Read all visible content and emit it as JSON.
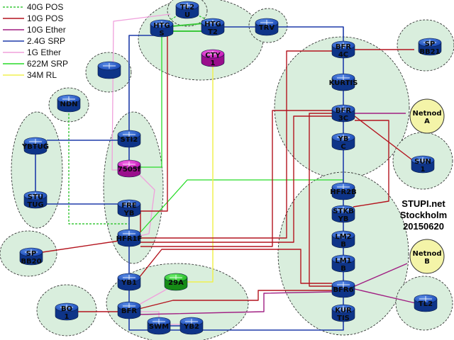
{
  "legend": [
    {
      "label": "40G POS",
      "color": "#3cc83c",
      "dash": "3 2"
    },
    {
      "label": "10G POS",
      "color": "#b4141e",
      "dash": ""
    },
    {
      "label": "10G Ether",
      "color": "#a01e82",
      "dash": ""
    },
    {
      "label": "2.4G SRP",
      "color": "#1e3caa",
      "dash": ""
    },
    {
      "label": "1G Ether",
      "color": "#f0a0dc",
      "dash": ""
    },
    {
      "label": "622M SRP",
      "color": "#28dc28",
      "dash": ""
    },
    {
      "label": "34M RL",
      "color": "#f0f050",
      "dash": ""
    }
  ],
  "title": {
    "line1": "STUPI.net",
    "line2": "Stockholm",
    "line3": "20150620"
  },
  "nodes": [
    {
      "id": "tl2u",
      "name": "TL2 U",
      "l1": "TL2",
      "l2": "U",
      "color": "blue"
    },
    {
      "id": "htgs",
      "name": "HTG S",
      "l1": "HTG",
      "l2": "S",
      "color": "blue"
    },
    {
      "id": "htgt2",
      "name": "HTG T2",
      "l1": "HTG",
      "l2": "T2",
      "color": "blue"
    },
    {
      "id": "trv",
      "name": "TRV",
      "l1": "TRV",
      "l2": "",
      "color": "blue"
    },
    {
      "id": "cty1",
      "name": "CTY 1",
      "l1": "CTY",
      "l2": "1",
      "color": "magenta"
    },
    {
      "id": "unnamed",
      "name": "",
      "l1": "",
      "l2": "",
      "color": "blue"
    },
    {
      "id": "ndn",
      "name": "NDN",
      "l1": "NDN",
      "l2": "",
      "color": "blue"
    },
    {
      "id": "ybtug",
      "name": "YBTUG",
      "l1": "YBTUG",
      "l2": "",
      "color": "blue"
    },
    {
      "id": "sti2",
      "name": "STI2",
      "l1": "STI2",
      "l2": "",
      "color": "blue"
    },
    {
      "id": "7505f",
      "name": "7505f",
      "l1": "7505f",
      "l2": "",
      "color": "magenta"
    },
    {
      "id": "stutug",
      "name": "STU TUG",
      "l1": "STU",
      "l2": "TUG",
      "color": "blue"
    },
    {
      "id": "freyb",
      "name": "FRE YB",
      "l1": "FRE",
      "l2": "YB",
      "color": "blue"
    },
    {
      "id": "hfr1f",
      "name": "HFR1F",
      "l1": "HFR1F",
      "l2": "",
      "color": "blue"
    },
    {
      "id": "spbb20",
      "name": "SP BB20",
      "l1": "SP",
      "l2": "BB20",
      "color": "blue"
    },
    {
      "id": "yb1",
      "name": "YB1",
      "l1": "YB1",
      "l2": "",
      "color": "blue"
    },
    {
      "id": "29a",
      "name": "29A",
      "l1": "29A",
      "l2": "",
      "color": "green"
    },
    {
      "id": "bo1",
      "name": "BO 1",
      "l1": "BO",
      "l2": "1",
      "color": "blue"
    },
    {
      "id": "bfr",
      "name": "BFR",
      "l1": "BFR",
      "l2": "",
      "color": "blue"
    },
    {
      "id": "swm",
      "name": "SWM",
      "l1": "SWM",
      "l2": "",
      "color": "blue"
    },
    {
      "id": "yb2",
      "name": "YB2",
      "l1": "YB2",
      "l2": "",
      "color": "blue"
    },
    {
      "id": "bfr4c",
      "name": "BFR 4C",
      "l1": "BFR",
      "l2": "4C",
      "color": "blue"
    },
    {
      "id": "spbb21",
      "name": "SP BB21",
      "l1": "SP",
      "l2": "BB21",
      "color": "blue"
    },
    {
      "id": "kurtis1",
      "name": "KURTIS",
      "l1": "KURTIS",
      "l2": "",
      "color": "blue"
    },
    {
      "id": "bfr3c",
      "name": "BFR 3C",
      "l1": "BFR",
      "l2": "3C",
      "color": "blue"
    },
    {
      "id": "netnoda",
      "name": "Netnod A",
      "l1": "Netnod",
      "l2": "A",
      "color": "yellow"
    },
    {
      "id": "ybc",
      "name": "YB C",
      "l1": "YB",
      "l2": "C",
      "color": "blue"
    },
    {
      "id": "sun1",
      "name": "SUN 1",
      "l1": "SUN",
      "l2": "1",
      "color": "blue"
    },
    {
      "id": "hfr2b",
      "name": "HFR2B",
      "l1": "HFR2B",
      "l2": "",
      "color": "blue"
    },
    {
      "id": "stkbyb",
      "name": "STKB YB",
      "l1": "STKB",
      "l2": "YB",
      "color": "blue"
    },
    {
      "id": "lm2b",
      "name": "LM2 B",
      "l1": "LM2",
      "l2": "B",
      "color": "blue"
    },
    {
      "id": "lm1b",
      "name": "LM1 B",
      "l1": "LM1",
      "l2": "B",
      "color": "blue"
    },
    {
      "id": "netnodb",
      "name": "Netnod B",
      "l1": "Netnod",
      "l2": "B",
      "color": "yellow"
    },
    {
      "id": "bfr6",
      "name": "BFR6",
      "l1": "BFR6",
      "l2": "",
      "color": "blue"
    },
    {
      "id": "tl2",
      "name": "TL2",
      "l1": "TL2",
      "l2": "",
      "color": "blue"
    },
    {
      "id": "kurtis2",
      "name": "KUR TIS",
      "l1": "KUR",
      "l2": "TIS",
      "color": "blue"
    }
  ],
  "links": [
    {
      "from": "htgs",
      "to": "htgt2",
      "type": "40G POS"
    },
    {
      "from": "tl2u",
      "to": "htgs",
      "type": "40G POS"
    },
    {
      "from": "tl2u",
      "to": "htgt2",
      "type": "40G POS"
    },
    {
      "from": "htgt2",
      "to": "trv",
      "type": "2.4G SRP"
    },
    {
      "from": "trv",
      "to": "bfr4c",
      "type": "2.4G SRP"
    },
    {
      "from": "bfr4c",
      "to": "spbb21",
      "type": "10G POS"
    },
    {
      "from": "bfr4c",
      "to": "kurtis1",
      "type": "2.4G SRP"
    },
    {
      "from": "kurtis1",
      "to": "bfr3c",
      "type": "2.4G SRP"
    },
    {
      "from": "bfr3c",
      "to": "netnoda",
      "type": "10G Ether"
    },
    {
      "from": "bfr3c",
      "to": "ybc",
      "type": "2.4G SRP"
    },
    {
      "from": "bfr3c",
      "to": "sun1",
      "type": "10G POS"
    },
    {
      "from": "ybc",
      "to": "hfr2b",
      "type": "2.4G SRP"
    },
    {
      "from": "hfr2b",
      "to": "stkbyb",
      "type": "2.4G SRP"
    },
    {
      "from": "stkbyb",
      "to": "lm2b",
      "type": "2.4G SRP"
    },
    {
      "from": "lm2b",
      "to": "lm1b",
      "type": "2.4G SRP"
    },
    {
      "from": "lm1b",
      "to": "bfr6",
      "type": "2.4G SRP"
    },
    {
      "from": "bfr6",
      "to": "kurtis2",
      "type": "2.4G SRP"
    },
    {
      "from": "bfr6",
      "to": "netnodb",
      "type": "10G Ether"
    },
    {
      "from": "bfr6",
      "to": "tl2",
      "type": "10G Ether"
    },
    {
      "from": "ybtug",
      "to": "stutug",
      "type": "2.4G SRP"
    },
    {
      "from": "ybtug",
      "to": "sti2",
      "type": "2.4G SRP"
    },
    {
      "from": "sti2",
      "to": "7505f",
      "type": "2.4G SRP"
    },
    {
      "from": "freyb",
      "to": "hfr1f",
      "type": "2.4G SRP"
    },
    {
      "from": "stutug",
      "to": "freyb",
      "type": "2.4G SRP"
    },
    {
      "from": "hfr1f",
      "to": "spbb20",
      "type": "10G POS"
    },
    {
      "from": "hfr1f",
      "to": "yb1",
      "type": "2.4G SRP"
    },
    {
      "from": "yb1",
      "to": "bfr",
      "type": "2.4G SRP"
    },
    {
      "from": "bo1",
      "to": "bfr",
      "type": "10G POS"
    },
    {
      "from": "bfr",
      "to": "swm",
      "type": "1G Ether"
    },
    {
      "from": "swm",
      "to": "yb2",
      "type": "2.4G SRP"
    },
    {
      "from": "cty1",
      "to": "29a",
      "type": "34M RL"
    },
    {
      "from": "htgs",
      "to": "hfr1f",
      "type": "10G POS"
    },
    {
      "from": "hfr1f",
      "to": "hfr2b",
      "type": "622M SRP"
    },
    {
      "from": "ndn",
      "to": "hfr1f",
      "type": "40G POS"
    }
  ]
}
